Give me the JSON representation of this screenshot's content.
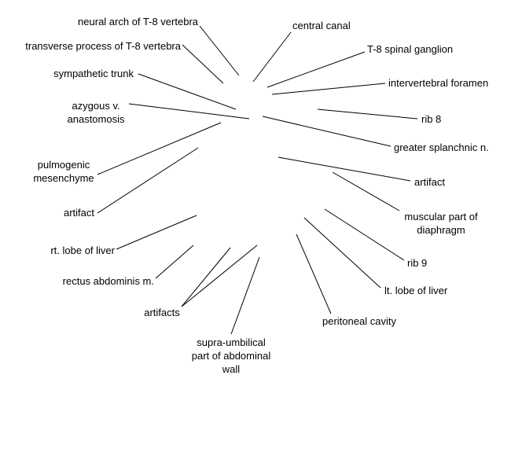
{
  "labels": {
    "neural_arch": "neural arch of T-8 vertebra",
    "transverse_process": "transverse process of T-8 vertebra",
    "sympathetic_trunk": "sympathetic trunk",
    "azygous_anastomosis": "azygous v.\nanastomosis",
    "pulmogenic_mesenchyme": "pulmogenic\nmesenchyme",
    "artifact_left": "artifact",
    "rt_lobe_liver": "rt. lobe of liver",
    "rectus_abdominis": "rectus abdominis m.",
    "artifacts": "artifacts",
    "supra_umbilical_wall": "supra-umbilical\npart of abdominal\nwall",
    "central_canal": "central canal",
    "spinal_ganglion": "T-8 spinal ganglion",
    "intervertebral_foramen": "intervertebral foramen",
    "rib_8": "rib 8",
    "greater_splanchnic": "greater splanchnic n.",
    "artifact_right": "artifact",
    "muscular_diaphragm": "muscular part of\ndiaphragm",
    "rib_9": "rib 9",
    "lt_lobe_liver": "lt. lobe of liver",
    "peritoneal_cavity": "peritoneal cavity"
  },
  "colors": {
    "text": "#000000",
    "line": "#000000",
    "background": "#ffffff"
  }
}
